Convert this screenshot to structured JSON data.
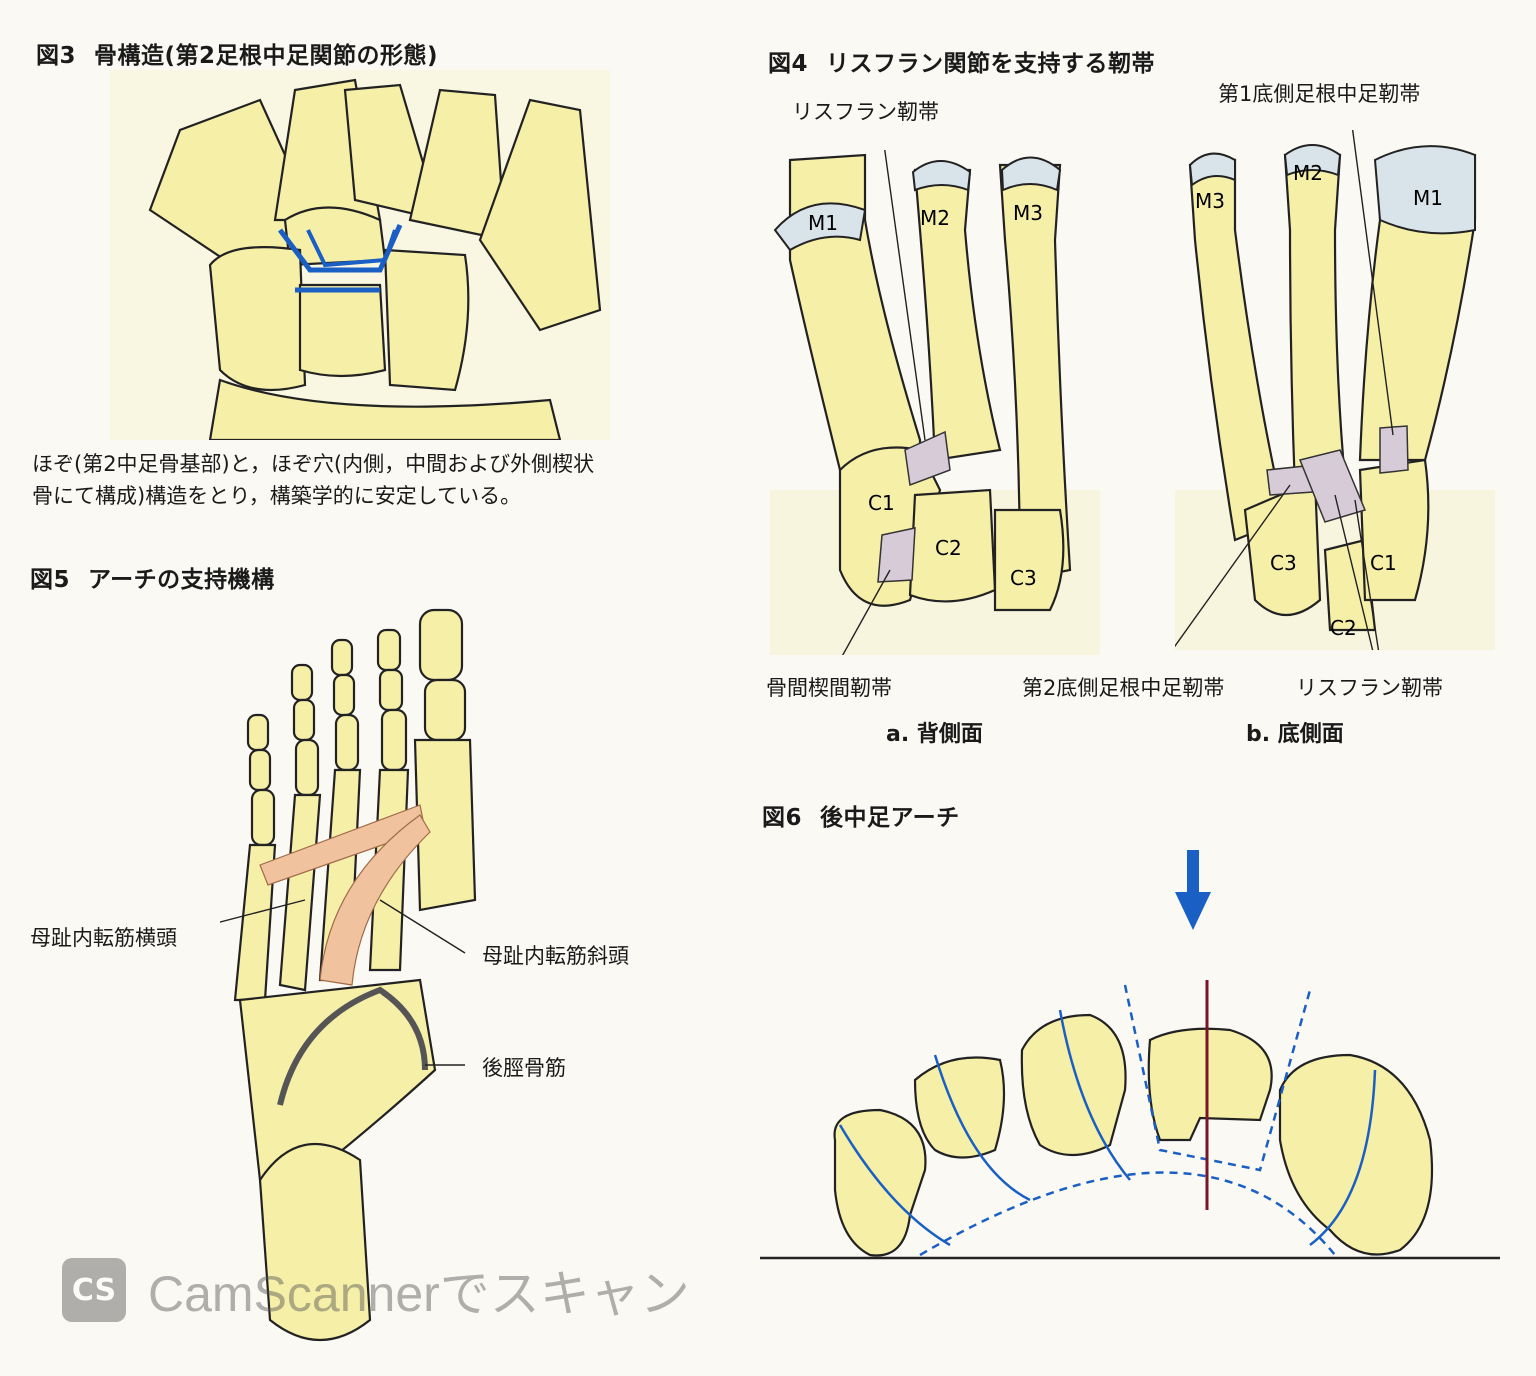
{
  "fig3": {
    "num": "図3",
    "title": "骨構造(第2足根中足関節の形態)",
    "caption_line1": "ほぞ(第2中足骨基部)と，ほぞ穴(内側，中間および外側楔状",
    "caption_line2": "骨にて構成)構造をとり，構築学的に安定している。"
  },
  "fig4": {
    "num": "図4",
    "title": "リスフラン関節を支持する靭帯",
    "bone_labels": {
      "m1": "M1",
      "m2": "M2",
      "m3": "M3",
      "c1": "C1",
      "c2": "C2",
      "c3": "C3"
    },
    "labels": {
      "lisfranc_dorsal": "リスフラン靭帯",
      "interosseous": "骨間楔間靭帯",
      "plantar_first": "第1底側足根中足靭帯",
      "plantar_second": "第2底側足根中足靭帯",
      "lisfranc_plantar": "リスフラン靭帯"
    },
    "sub_a": "a. 背側面",
    "sub_b": "b. 底側面"
  },
  "fig5": {
    "num": "図5",
    "title": "アーチの支持機構",
    "labels": {
      "transverse_head": "母趾内転筋横頭",
      "oblique_head": "母趾内転筋斜頭",
      "tibialis_posterior": "後脛骨筋"
    }
  },
  "fig6": {
    "num": "図6",
    "title": "後中足アーチ"
  },
  "watermark": {
    "logo": "CS",
    "text": "CamScannerでスキャン"
  },
  "colors": {
    "bone": "#f5efa8",
    "cartilage": "#d9e4ea",
    "ligament": "#d8cbd8",
    "muscle": "#f0c29e",
    "blue": "#1a5fc4",
    "axis": "#7a1428"
  }
}
